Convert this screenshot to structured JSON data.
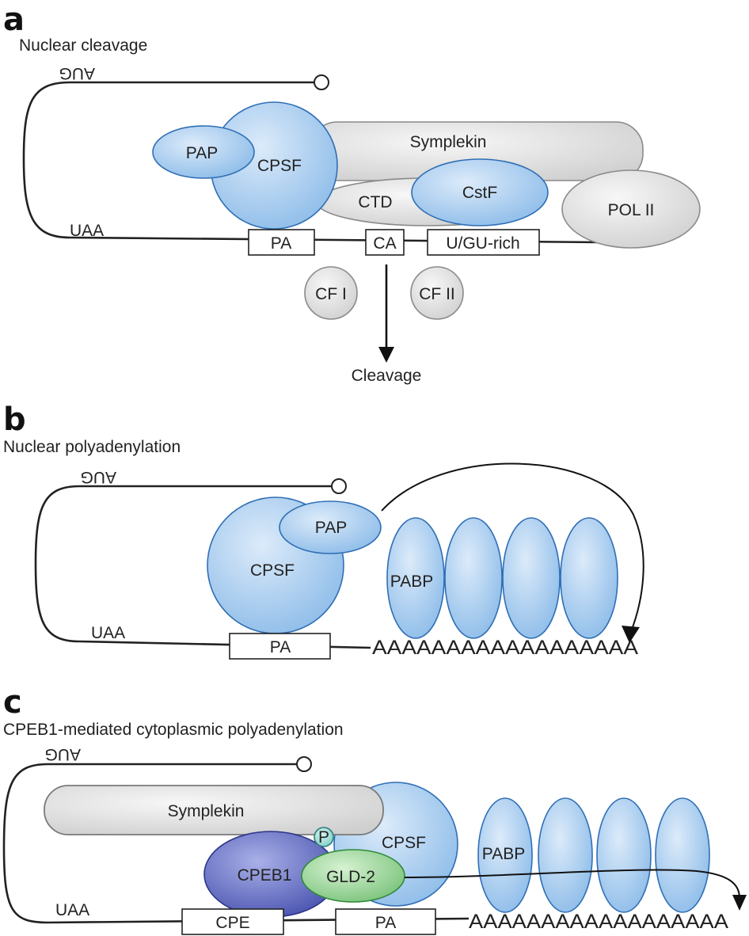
{
  "panels": {
    "a": {
      "letter": "a",
      "title": "Nuclear cleavage",
      "aug": "AUG",
      "uaa": "UAA",
      "symplekin": "Symplekin",
      "pap": "PAP",
      "cpsf": "CPSF",
      "ctd": "CTD",
      "cstf": "CstF",
      "pol2": "POL II",
      "pa": "PA",
      "ca": "CA",
      "ugu": "U/GU-rich",
      "cf1": "CF I",
      "cf2": "CF II",
      "cleavage": "Cleavage"
    },
    "b": {
      "letter": "b",
      "title": "Nuclear polyadenylation",
      "aug": "AUG",
      "uaa": "UAA",
      "pap": "PAP",
      "cpsf": "CPSF",
      "pabp": "PABP",
      "pa": "PA",
      "polyA": "AAAAAAAAAAAAAAAAAA"
    },
    "c": {
      "letter": "c",
      "title": "CPEB1-mediated cytoplasmic polyadenylation",
      "aug": "AUG",
      "uaa": "UAA",
      "symplekin": "Symplekin",
      "cpsf": "CPSF",
      "p": "P",
      "cpeb1": "CPEB1",
      "gld2": "GLD-2",
      "pabp": "PABP",
      "cpe": "CPE",
      "pa": "PA",
      "polyA": "AAAAAAAAAAAAAAAAAA"
    }
  },
  "colors": {
    "blue_fill": "#a9cdee",
    "blue_stroke": "#2f6fb5",
    "gray_fill": "#e0e0e0",
    "gray_stroke": "#8a8a8a",
    "purple_fill": "#6a74c4",
    "purple_stroke": "#2c3587",
    "green_fill": "#9fd69f",
    "green_stroke": "#2f8a3a"
  }
}
